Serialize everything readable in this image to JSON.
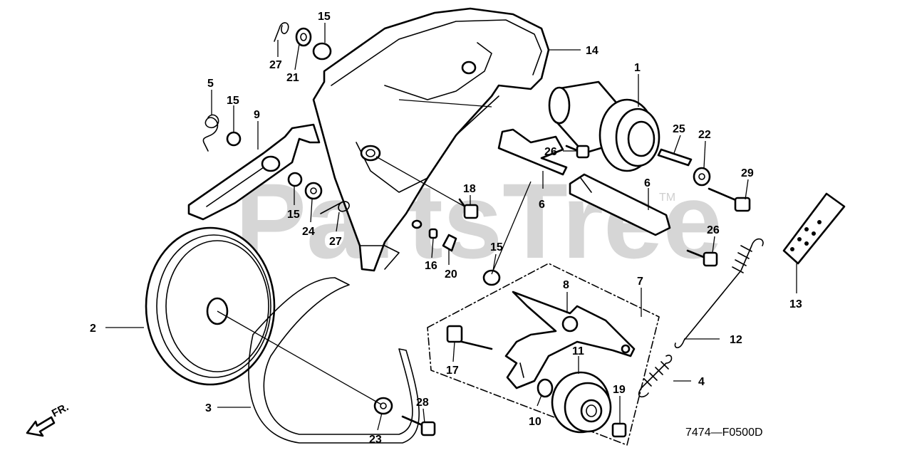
{
  "watermark": {
    "text": "PartsTree",
    "trademark": "TM"
  },
  "diagram_code": "7474—F0500D",
  "front_indicator": {
    "text": "FR.",
    "icon": "arrow-front-left-icon"
  },
  "parts": [
    {
      "id": "p1",
      "label": "1"
    },
    {
      "id": "p2",
      "label": "2"
    },
    {
      "id": "p3",
      "label": "3"
    },
    {
      "id": "p4",
      "label": "4"
    },
    {
      "id": "p5",
      "label": "5"
    },
    {
      "id": "p6a",
      "label": "6"
    },
    {
      "id": "p6b",
      "label": "6"
    },
    {
      "id": "p7",
      "label": "7"
    },
    {
      "id": "p8",
      "label": "8"
    },
    {
      "id": "p9",
      "label": "9"
    },
    {
      "id": "p10",
      "label": "10"
    },
    {
      "id": "p11",
      "label": "11"
    },
    {
      "id": "p12",
      "label": "12"
    },
    {
      "id": "p13",
      "label": "13"
    },
    {
      "id": "p14",
      "label": "14"
    },
    {
      "id": "p15a",
      "label": "15"
    },
    {
      "id": "p15b",
      "label": "15"
    },
    {
      "id": "p15c",
      "label": "15"
    },
    {
      "id": "p15d",
      "label": "15"
    },
    {
      "id": "p16",
      "label": "16"
    },
    {
      "id": "p17",
      "label": "17"
    },
    {
      "id": "p18",
      "label": "18"
    },
    {
      "id": "p19",
      "label": "19"
    },
    {
      "id": "p20",
      "label": "20"
    },
    {
      "id": "p21",
      "label": "21"
    },
    {
      "id": "p22",
      "label": "22"
    },
    {
      "id": "p23",
      "label": "23"
    },
    {
      "id": "p24",
      "label": "24"
    },
    {
      "id": "p25",
      "label": "25"
    },
    {
      "id": "p26a",
      "label": "26"
    },
    {
      "id": "p26b",
      "label": "26"
    },
    {
      "id": "p27a",
      "label": "27"
    },
    {
      "id": "p27b",
      "label": "27"
    },
    {
      "id": "p28",
      "label": "28"
    },
    {
      "id": "p29",
      "label": "29"
    }
  ]
}
